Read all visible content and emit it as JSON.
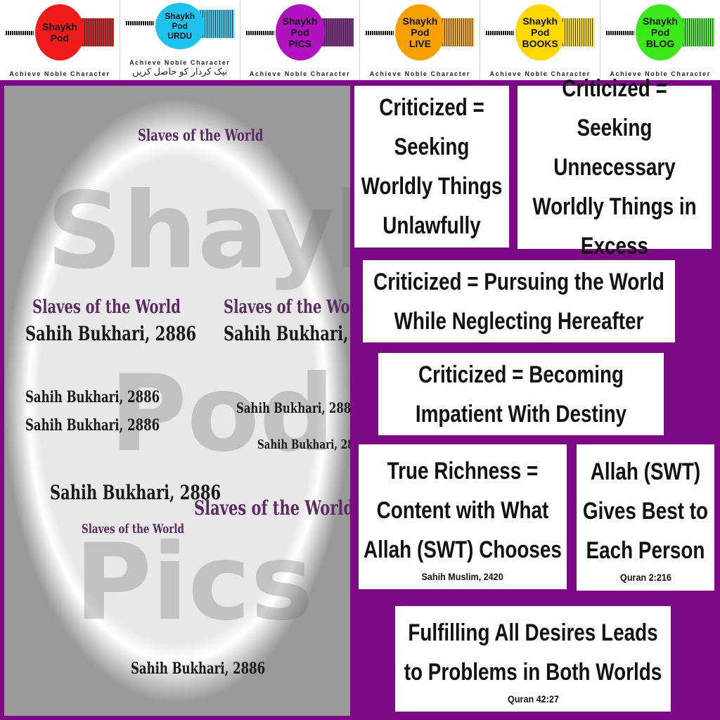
{
  "header": {
    "tiles": [
      {
        "name": "Shaykh Pod",
        "lines": [
          "Shaykh",
          "Pod"
        ],
        "color": "#f01c1c",
        "tagline": "Achieve Noble Character"
      },
      {
        "name": "Shaykh Pod URDU",
        "lines": [
          "Shaykh",
          "Pod",
          "URDU"
        ],
        "color": "#1ec2ee",
        "tagline": "Achieve Noble Character",
        "urdu": "نیک کردار کو حاصل کریں"
      },
      {
        "name": "Shaykh Pod PICS",
        "lines": [
          "Shaykh",
          "Pod",
          "PICS"
        ],
        "color": "#b012c0",
        "tagline": "Achieve Noble Character"
      },
      {
        "name": "Shaykh Pod LIVE",
        "lines": [
          "Shaykh",
          "Pod",
          "LIVE"
        ],
        "color": "#f7a000",
        "tagline": "Achieve Noble Character"
      },
      {
        "name": "Shaykh Pod BOOKS",
        "lines": [
          "Shaykh",
          "Pod",
          "BOOKS"
        ],
        "color": "#ffd800",
        "tagline": "Achieve Noble Character"
      },
      {
        "name": "Shaykh Pod BLOG",
        "lines": [
          "Shaykh",
          "Pod",
          "BLOG"
        ],
        "color": "#3be81a",
        "tagline": "Achieve Noble Character"
      }
    ]
  },
  "image": {
    "phrase1": "Slaves of the World",
    "phrase2": "Sahih Bukhari, 2886",
    "big": [
      "Shaykh",
      "Pod",
      "Pics"
    ]
  },
  "cards": [
    {
      "text": "Criticized = Seeking Worldly Things Unlawfully"
    },
    {
      "text": "Criticized = Seeking Unnecessary Worldly Things in Excess"
    },
    {
      "text": "Criticized = Pursuing the World While Neglecting Hereafter"
    },
    {
      "text": "Criticized = Becoming Impatient With Destiny"
    },
    {
      "text": "True Richness = Content with What Allah (SWT) Chooses",
      "source": "Sahih Muslim, 2420"
    },
    {
      "text": "Allah (SWT) Gives Best to Each Person",
      "source": "Quran 2:216"
    },
    {
      "text": "Fulfilling All Desires Leads to Problems in Both Worlds",
      "source": "Quran 42:27"
    }
  ]
}
